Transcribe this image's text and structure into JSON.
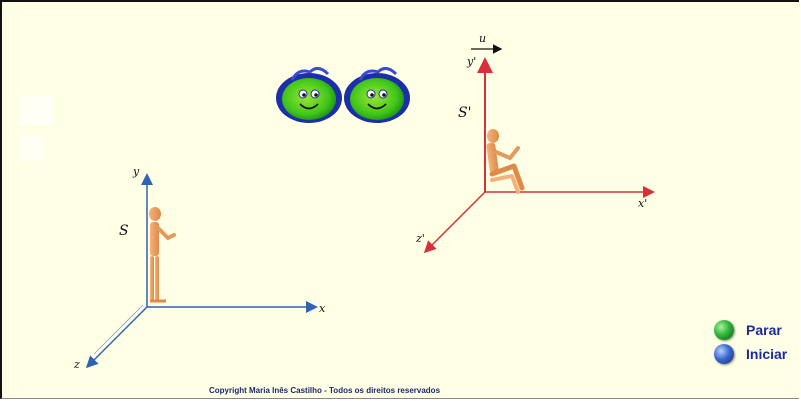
{
  "left_frame": {
    "label": "S",
    "axis_y": "y",
    "axis_x": "x",
    "axis_z": "z"
  },
  "right_frame": {
    "label": "S'",
    "axis_y": "y'",
    "axis_x": "x'",
    "axis_z": "z'",
    "velocity": "u"
  },
  "controls": {
    "stop_label": "Parar",
    "start_label": "Iniciar"
  },
  "footer": {
    "copyright": "Copyright  Maria Inês Castilho - Todos os direitos reservados"
  },
  "colors": {
    "background": "#ffffe6",
    "left_axes": "#2f64b4",
    "right_axes": "#d8303a",
    "stop_knob": "#1e9a2a",
    "start_knob": "#2a57b8",
    "label_blue": "#1d2a9a"
  }
}
